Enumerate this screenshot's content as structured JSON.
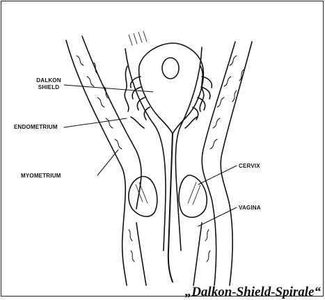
{
  "labels": {
    "dalkon_line1": "DALKON",
    "dalkon_line2": "SHIELD",
    "endometrium": "ENDOMETRIUM",
    "myometrium": "MYOMETRIUM",
    "cervix": "CERVIX",
    "vagina": "VAGINA"
  },
  "caption": "„Dalkon-Shield-Spirale“"
}
